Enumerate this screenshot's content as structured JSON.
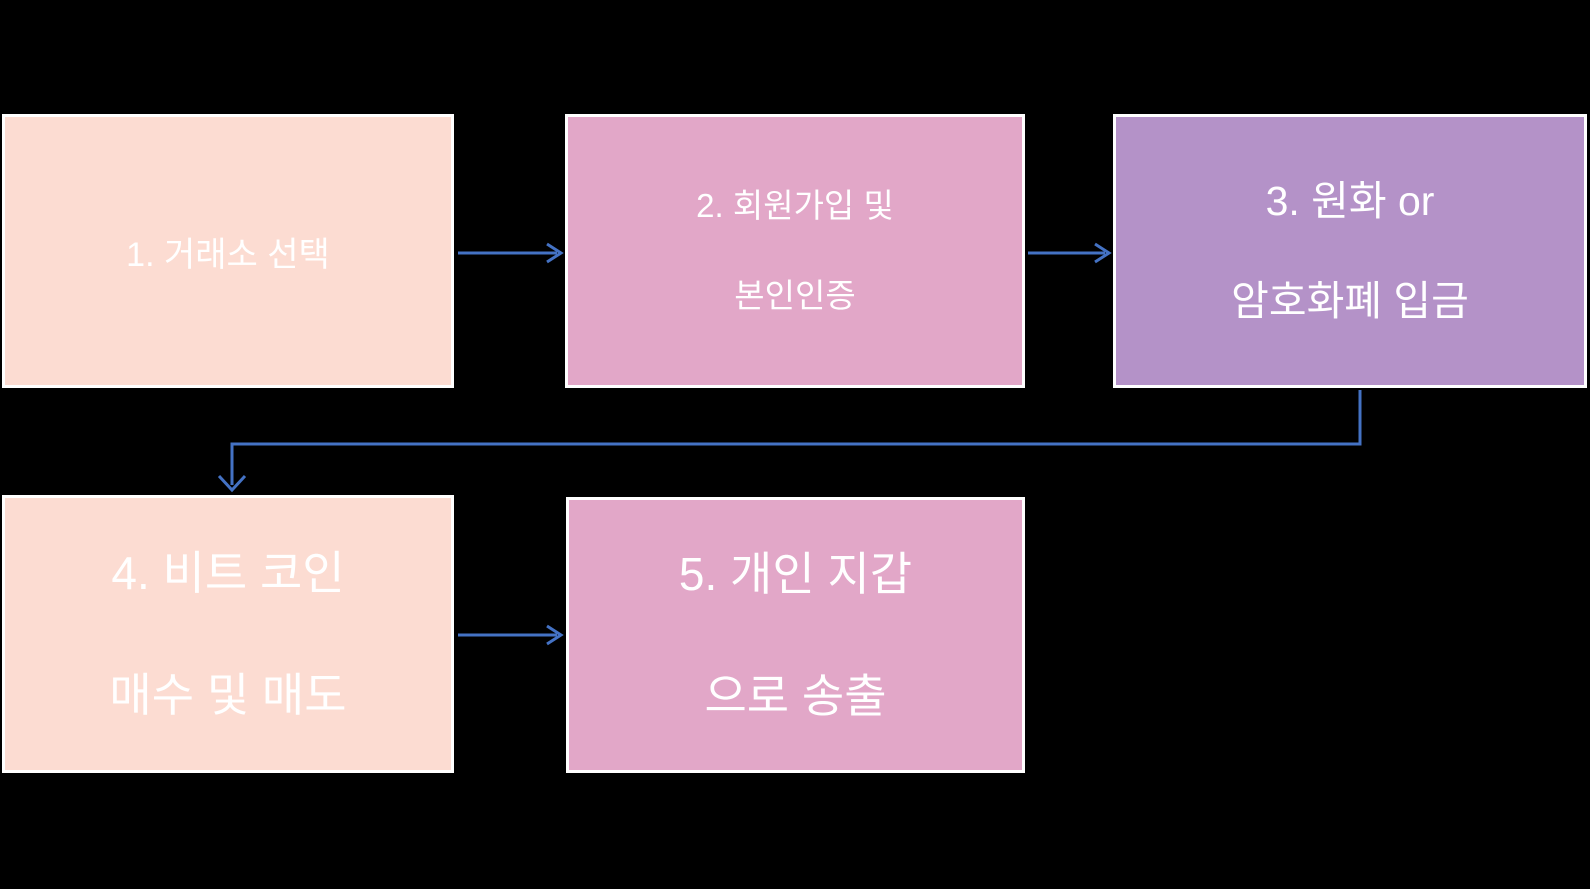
{
  "diagram": {
    "title": "bitcoin-exchange-process-flowchart",
    "background_color": "#000000",
    "border_color": "#ffffff",
    "text_color": "#ffffff",
    "arrow_color": "#4472c4",
    "steps": [
      {
        "id": "1",
        "lines": [
          "1. 거래소 선택"
        ],
        "fill": "#fcdcd2"
      },
      {
        "id": "2",
        "lines": [
          "2. 회원가입 및",
          "본인인증"
        ],
        "fill": "#e2a7c8"
      },
      {
        "id": "3",
        "lines": [
          "3. 원화 or",
          "암호화폐 입금"
        ],
        "fill": "#b492c8"
      },
      {
        "id": "4",
        "lines": [
          "4. 비트 코인",
          "매수 및 매도"
        ],
        "fill": "#fcdcd2"
      },
      {
        "id": "5",
        "lines": [
          "5. 개인 지갑",
          "으로 송출"
        ],
        "fill": "#e2a7c8"
      }
    ],
    "connectors": [
      {
        "from": "1",
        "to": "2",
        "type": "straight-right"
      },
      {
        "from": "2",
        "to": "3",
        "type": "straight-right"
      },
      {
        "from": "3",
        "to": "4",
        "type": "elbow-down-left-down"
      },
      {
        "from": "4",
        "to": "5",
        "type": "straight-right"
      }
    ]
  }
}
